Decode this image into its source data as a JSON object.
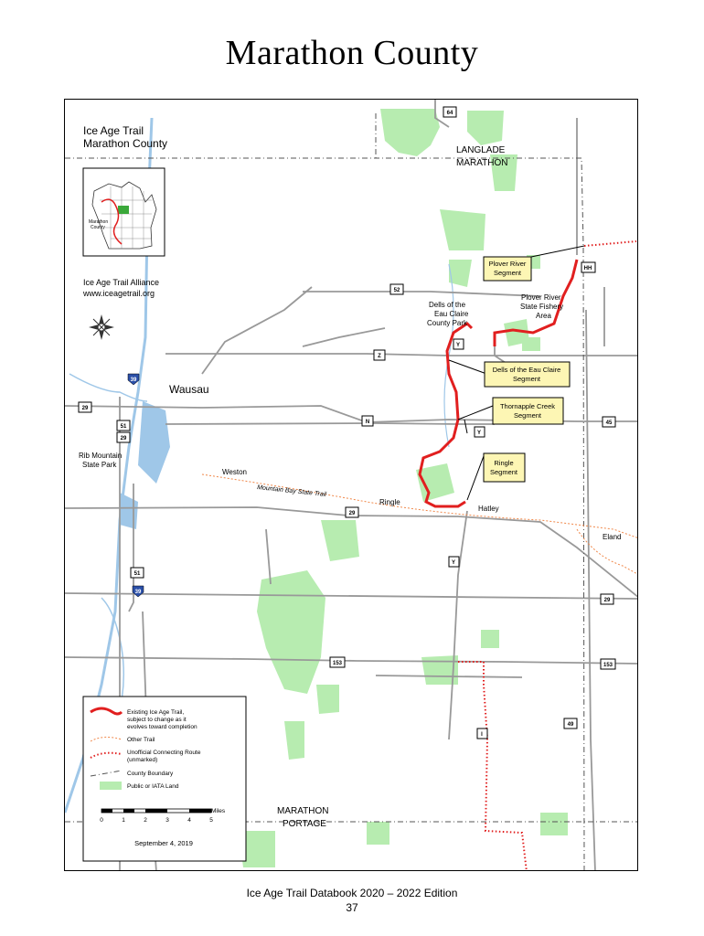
{
  "title": "Marathon County",
  "map": {
    "heading_line1": "Ice Age Trail",
    "heading_line2": "Marathon County",
    "alliance_line1": "Ice Age Trail Alliance",
    "alliance_line2": "www.iceagetrail.org",
    "inset_label_line1": "Marathon",
    "inset_label_line2": "County",
    "places": {
      "wausau": "Wausau",
      "rib_mountain_1": "Rib Mountain",
      "rib_mountain_2": "State Park",
      "weston": "Weston",
      "ringle": "Ringle",
      "hatley": "Hatley",
      "eland": "Eland",
      "mountain_bay_trail": "Mountain Bay   State Trail",
      "dells_park_1": "Dells of the",
      "dells_park_2": "Eau Claire",
      "dells_park_3": "County Park",
      "plover_fishery_1": "Plover River",
      "plover_fishery_2": "State Fishery",
      "plover_fishery_3": "Area",
      "langlade_1": "LANGLADE",
      "langlade_2": "MARATHON",
      "portage_1": "MARATHON",
      "portage_2": "PORTAGE"
    },
    "segments": {
      "plover_1": "Plover River",
      "plover_2": "Segment",
      "dells_1": "Dells of the Eau Claire",
      "dells_2": "Segment",
      "thornapple_1": "Thornapple Creek",
      "thornapple_2": "Segment",
      "ringle_1": "Ringle",
      "ringle_2": "Segment"
    },
    "shields": {
      "h52": "52",
      "hZ": "Z",
      "hY1": "Y",
      "hY2": "Y",
      "hY3": "Y",
      "hN": "N",
      "h29a": "29",
      "h29b": "29",
      "h29c": "29",
      "h29d": "29",
      "h51a": "51",
      "h51b": "51",
      "i39a": "39",
      "i39b": "39",
      "hHH": "HH",
      "h45": "45",
      "h153a": "153",
      "h153b": "153",
      "h49": "49",
      "hI": "I",
      "h64": "64"
    },
    "legend": {
      "existing_1": "Existing Ice Age Trail,",
      "existing_2": "subject to change as it",
      "existing_3": "evolves toward completion",
      "other": "Other Trail",
      "unofficial_1": "Unofficial Connecting Route",
      "unofficial_2": "(unmarked)",
      "boundary": "County Boundary",
      "public": "Public or IATA Land",
      "miles": "Miles",
      "scale_ticks": [
        "0",
        "1",
        "2",
        "3",
        "4",
        "5"
      ],
      "date": "September 4, 2019"
    },
    "colors": {
      "trail": "#e11f1f",
      "public_land": "#b7ecb0",
      "water": "#9fc7e8",
      "callout": "#fdf6b4",
      "other_trail": "#f0884a"
    }
  },
  "footer": {
    "line1": "Ice Age Trail Databook 2020 – 2022 Edition",
    "line2": "37"
  }
}
